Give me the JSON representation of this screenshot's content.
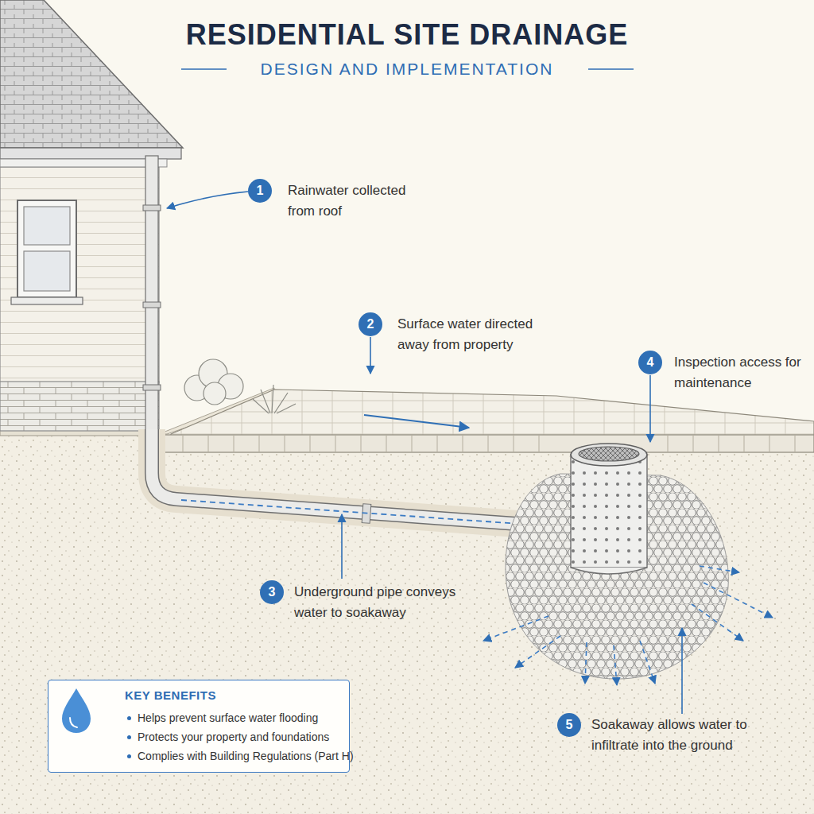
{
  "diagram": {
    "title": "RESIDENTIAL SITE DRAINAGE",
    "nodes": [
      {
        "text": [
          "1"
        ]
      },
      {
        "text": [
          "2"
        ]
      },
      {
        "text": [
          "4"
        ]
      },
      {
        "text": [
          "3"
        ]
      },
      {
        "text": [
          "KEY BENEFITS",
          "Helps prevent surface water flooding",
          "Protects your property and foundations",
          "Complies with Building Regulations (Part H)"
        ]
      },
      {
        "text": [
          "5"
        ]
      }
    ],
    "labels": [
      "DESIGN AND IMPLEMENTATION",
      "Rainwater collected from roof",
      "Surface water directed away from property",
      "Inspection access for maintenance",
      "Underground pipe conveys water to soakaway",
      "Soakaway allows water to infiltrate into the ground"
    ]
  }
}
